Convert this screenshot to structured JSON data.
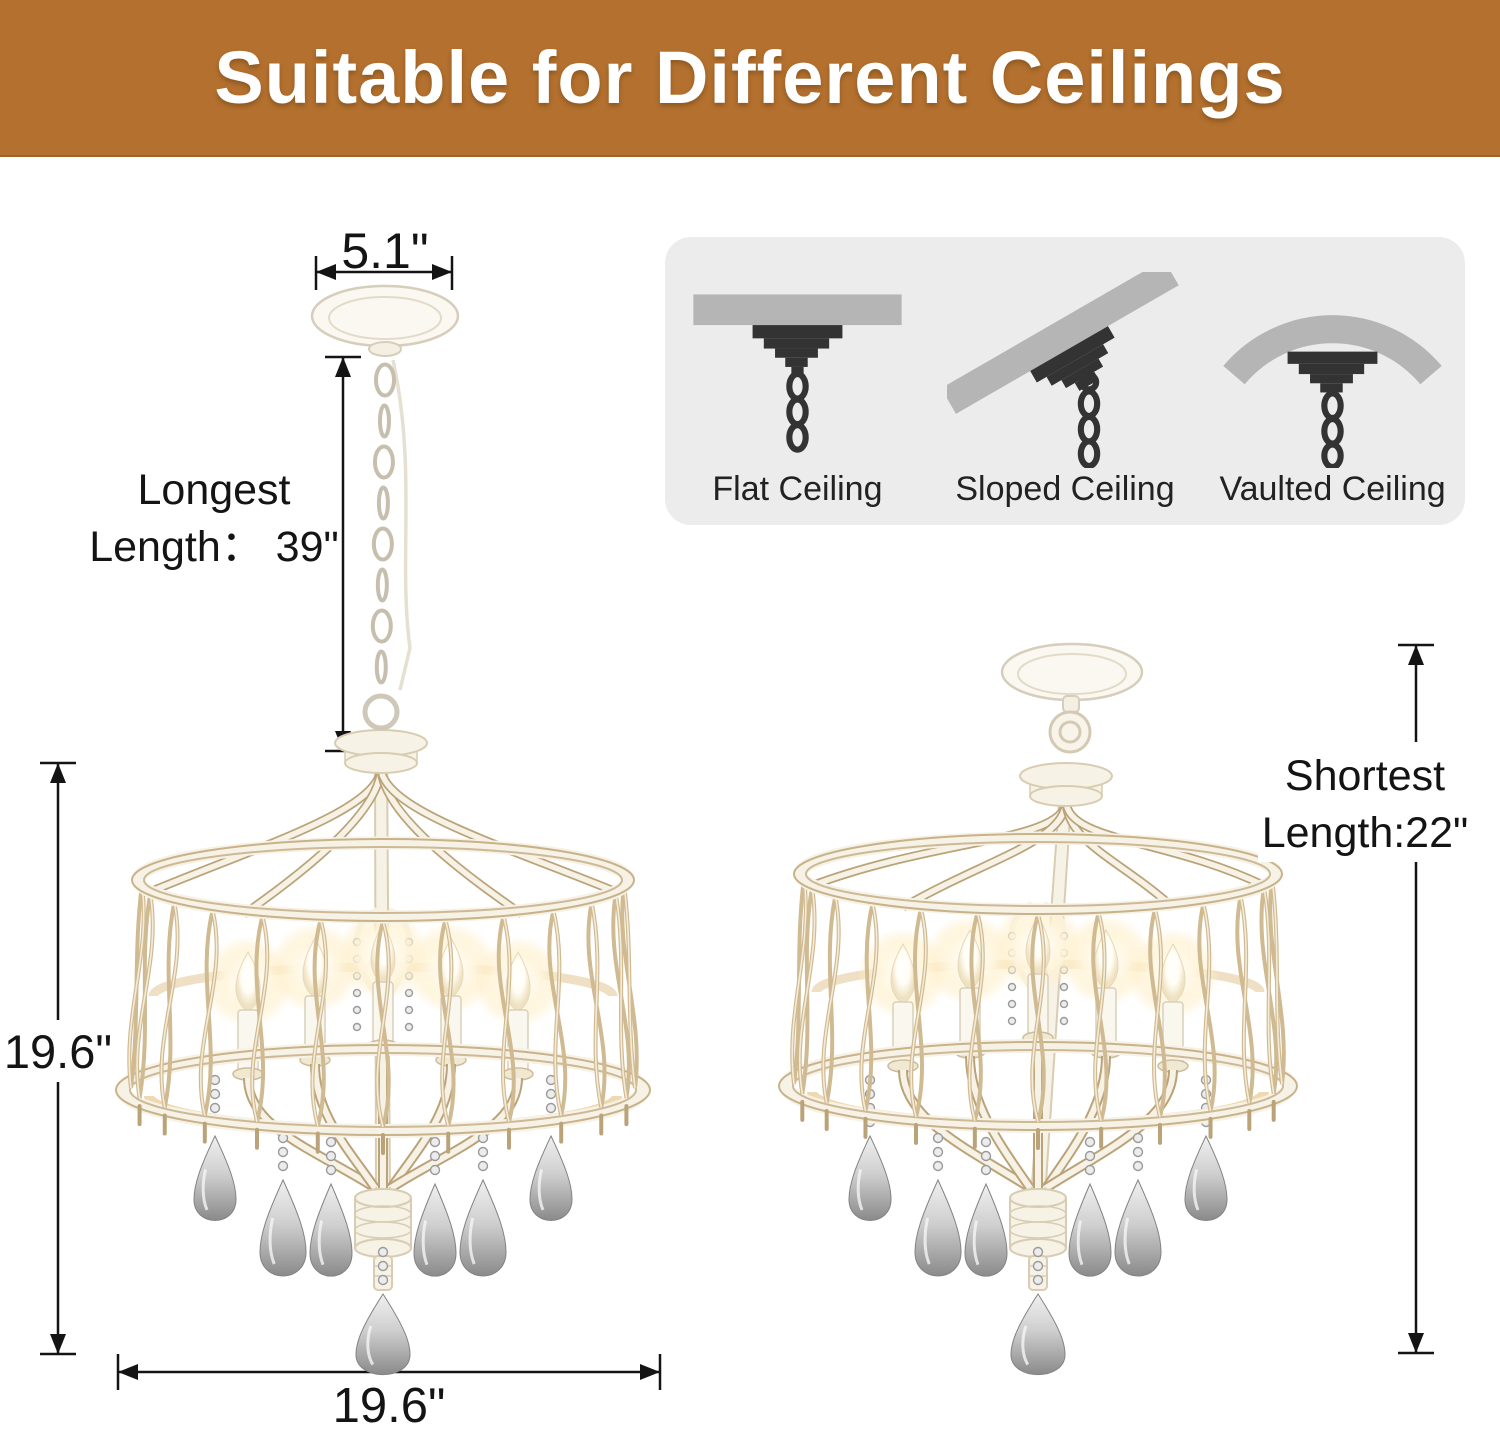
{
  "banner": {
    "title": "Suitable for Different Ceilings"
  },
  "ceiling_types": [
    {
      "label": "Flat Ceiling"
    },
    {
      "label": "Sloped Ceiling"
    },
    {
      "label": "Vaulted Ceiling"
    }
  ],
  "dimensions": {
    "canopy_width": "5.1\"",
    "longest_length_line1": "Longest",
    "longest_length_line2": "Length： 39\"",
    "fixture_height": "19.6\"",
    "fixture_width": "19.6\"",
    "shortest_length_line1": "Shortest",
    "shortest_length_line2": "Length:22\""
  },
  "colors": {
    "banner_bg": "#b4702e",
    "banner_text": "#ffffff",
    "panel_bg": "#ececec",
    "icon_gray": "#b5b5b5",
    "icon_dark": "#333333",
    "dimension_ink": "#141414",
    "frame_cream": "#f7f2e6",
    "frame_gold": "#d0ba92",
    "crystal_gray": "#9a9a9a"
  }
}
